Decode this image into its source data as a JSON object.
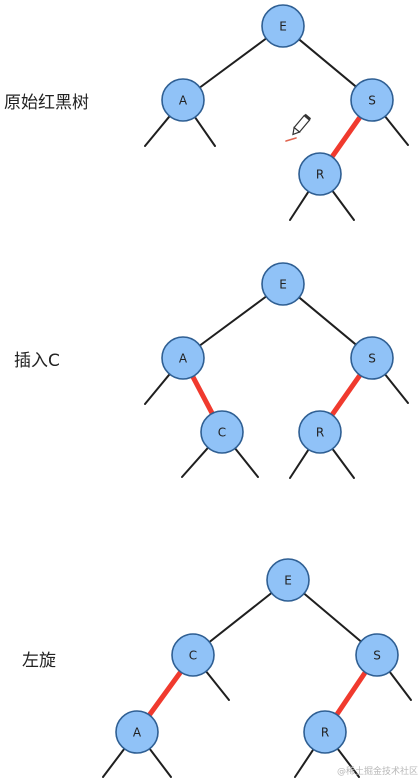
{
  "colors": {
    "node_fill": "#90c2f7",
    "node_stroke": "#2f5f93",
    "black_edge": "#1f1f1f",
    "red_edge": "#f03a2e"
  },
  "panels": [
    {
      "label": "原始红黑树",
      "nodes": [
        {
          "id": "E",
          "text": "E"
        },
        {
          "id": "A",
          "text": "A"
        },
        {
          "id": "S",
          "text": "S"
        },
        {
          "id": "R",
          "text": "R"
        }
      ],
      "edges": [
        {
          "from": "E",
          "to": "A",
          "color": "black"
        },
        {
          "from": "E",
          "to": "S",
          "color": "black"
        },
        {
          "from": "S",
          "to": "R",
          "color": "red"
        }
      ]
    },
    {
      "label": "插入C",
      "nodes": [
        {
          "id": "E",
          "text": "E"
        },
        {
          "id": "A",
          "text": "A"
        },
        {
          "id": "S",
          "text": "S"
        },
        {
          "id": "C",
          "text": "C"
        },
        {
          "id": "R",
          "text": "R"
        }
      ],
      "edges": [
        {
          "from": "E",
          "to": "A",
          "color": "black"
        },
        {
          "from": "E",
          "to": "S",
          "color": "black"
        },
        {
          "from": "A",
          "to": "C",
          "color": "red"
        },
        {
          "from": "S",
          "to": "R",
          "color": "red"
        }
      ]
    },
    {
      "label": "左旋",
      "nodes": [
        {
          "id": "E",
          "text": "E"
        },
        {
          "id": "C",
          "text": "C"
        },
        {
          "id": "S",
          "text": "S"
        },
        {
          "id": "A",
          "text": "A"
        },
        {
          "id": "R",
          "text": "R"
        }
      ],
      "edges": [
        {
          "from": "E",
          "to": "C",
          "color": "black"
        },
        {
          "from": "E",
          "to": "S",
          "color": "black"
        },
        {
          "from": "C",
          "to": "A",
          "color": "red"
        },
        {
          "from": "S",
          "to": "R",
          "color": "red"
        }
      ]
    }
  ],
  "watermark": "@稀土掘金技术社区"
}
